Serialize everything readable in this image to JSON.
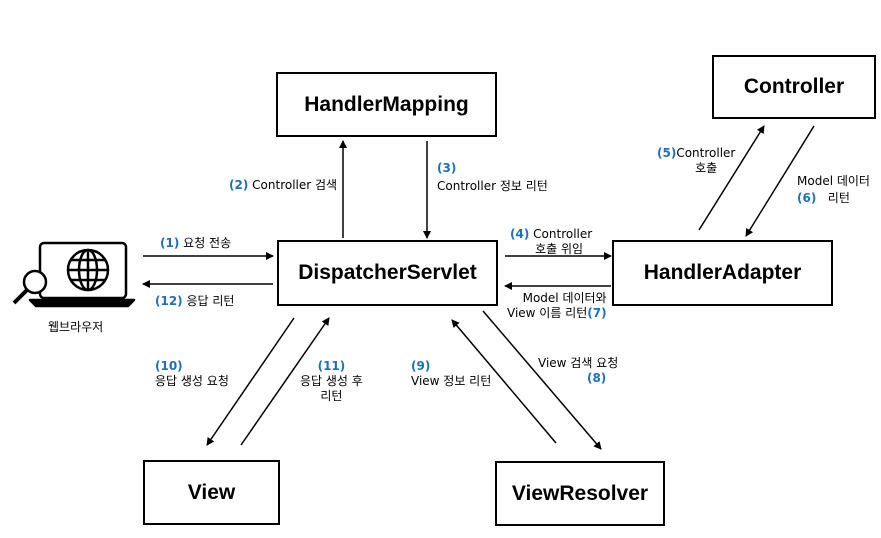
{
  "nodes": {
    "handler_mapping": "HandlerMapping",
    "controller": "Controller",
    "dispatcher_servlet": "DispatcherServlet",
    "handler_adapter": "HandlerAdapter",
    "view": "View",
    "view_resolver": "ViewResolver",
    "browser": "웹브라우저"
  },
  "steps": {
    "s1": {
      "num": "(1)",
      "text": "요청 전송"
    },
    "s2": {
      "num": "(2)",
      "text": "Controller 검색"
    },
    "s3": {
      "num": "(3)",
      "text": "Controller 정보 리턴"
    },
    "s4": {
      "num": "(4)",
      "line1": "Controller",
      "line2": "호출 위임"
    },
    "s5": {
      "num": "(5)",
      "line1": "Controller",
      "line2": "호출"
    },
    "s6": {
      "num": "(6)",
      "line1": "Model 데이터",
      "line2": "리턴"
    },
    "s7": {
      "num": "(7)",
      "line1": "Model 데이터와",
      "line2": "View 이름 리턴"
    },
    "s8": {
      "num": "(8)",
      "text": "View 검색 요청"
    },
    "s9": {
      "num": "(9)",
      "text": "View 정보 리턴"
    },
    "s10": {
      "num": "(10)",
      "text": "응답 생성 요청"
    },
    "s11": {
      "num": "(11)",
      "line1": "응답 생성 후",
      "line2": "리턴"
    },
    "s12": {
      "num": "(12)",
      "text": "응답 리턴"
    }
  },
  "colors": {
    "step_number": "#1f6fbf",
    "line": "#000000"
  },
  "icons": {
    "browser": "laptop-globe-magnifier-icon"
  }
}
